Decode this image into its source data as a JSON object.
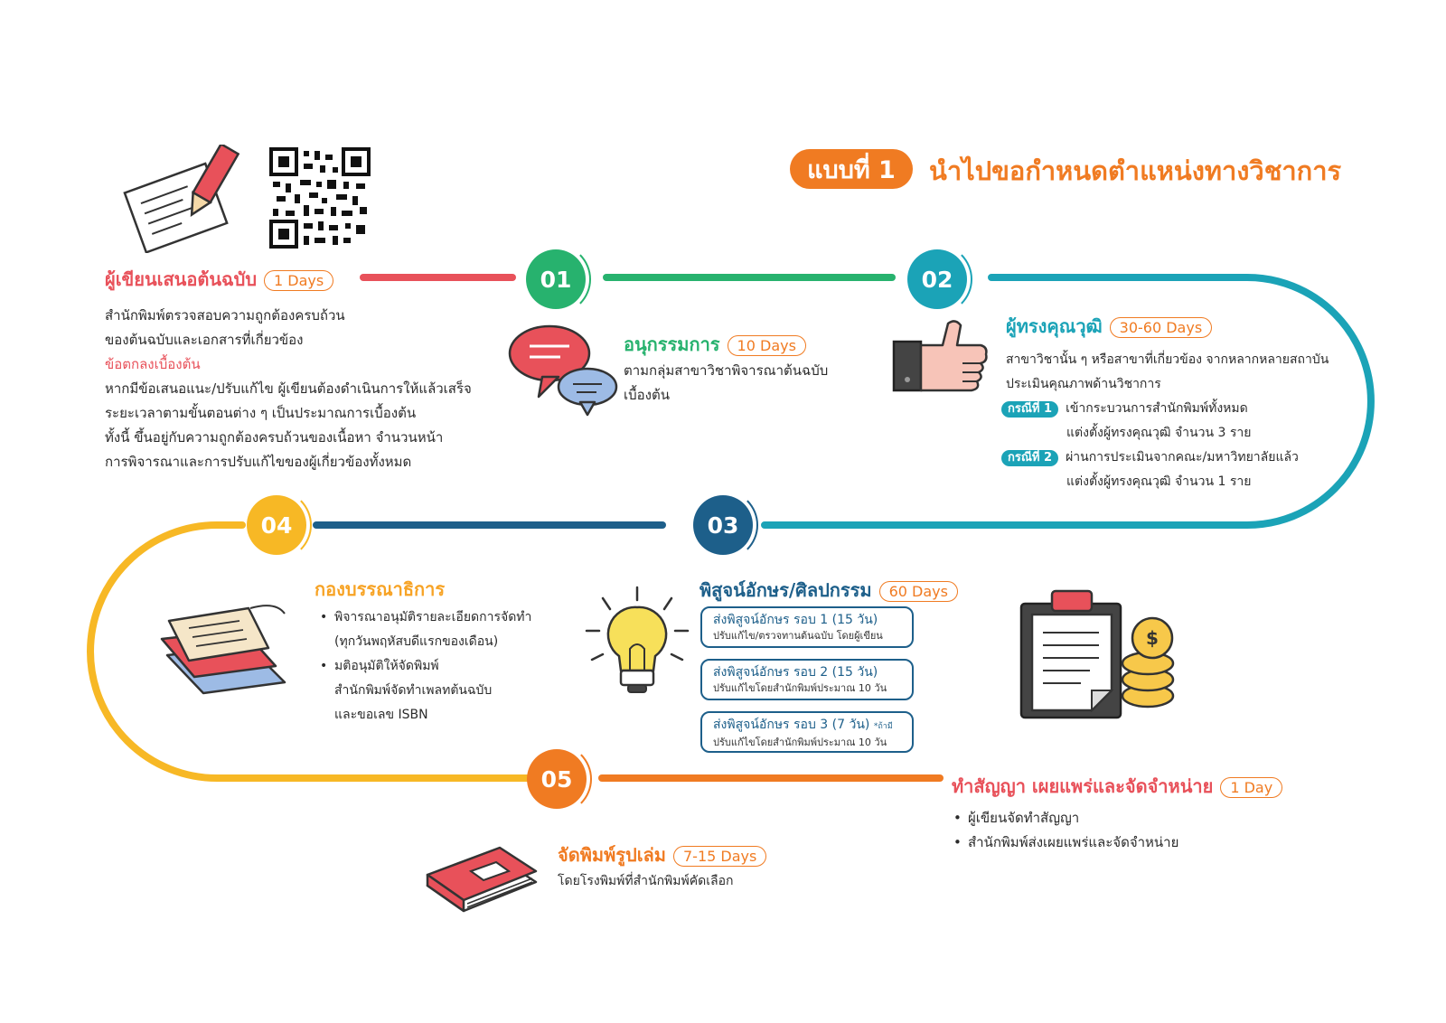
{
  "title": {
    "badge": "แบบที่ 1",
    "text": "นำไปขอกำหนดตำแหน่งทางวิชาการ"
  },
  "colors": {
    "orange": "#f07b22",
    "red": "#e8515a",
    "green": "#27b26e",
    "teal": "#1ba3b7",
    "navy": "#1d5f8a",
    "yellow": "#f7b825"
  },
  "author": {
    "heading": "ผู้เขียนเสนอต้นฉบับ",
    "duration": "1 Days",
    "lines": [
      "สำนักพิมพ์ตรวจสอบความถูกต้องครบถ้วน",
      "ของต้นฉบับและเอกสารที่เกี่ยวข้อง"
    ],
    "agreement_heading": "ข้อตกลงเบื้องต้น",
    "agreement_lines": [
      "หากมีข้อเสนอแนะ/ปรับแก้ไข ผู้เขียนต้องดำเนินการให้แล้วเสร็จ",
      "ระยะเวลาตามขั้นตอนต่าง ๆ เป็นประมาณการเบื้องต้น",
      "ทั้งนี้ ขึ้นอยู่กับความถูกต้องครบถ้วนของเนื้อหา จำนวนหน้า",
      "การพิจารณาและการปรับแก้ไขของผู้เกี่ยวข้องทั้งหมด"
    ]
  },
  "steps": [
    "01",
    "02",
    "03",
    "04",
    "05"
  ],
  "committee": {
    "heading": "อนุกรรมการ",
    "duration": "10 Days",
    "lines": [
      "ตามกลุ่มสาขาวิชาพิจารณาต้นฉบับ",
      "เบื้องต้น"
    ]
  },
  "experts": {
    "heading": "ผู้ทรงคุณวุฒิ",
    "duration": "30-60 Days",
    "lines": [
      "สาขาวิชานั้น ๆ หรือสาขาที่เกี่ยวข้อง จากหลากหลายสถาบัน",
      "ประเมินคุณภาพด้านวิชาการ"
    ],
    "cases": [
      {
        "label": "กรณีที่ 1",
        "line1": "เข้ากระบวนการสำนักพิมพ์ทั้งหมด",
        "line2": "แต่งตั้งผู้ทรงคุณวุฒิ จำนวน 3 ราย"
      },
      {
        "label": "กรณีที่ 2",
        "line1": "ผ่านการประเมินจากคณะ/มหาวิทยาลัยแล้ว",
        "line2": "แต่งตั้งผู้ทรงคุณวุฒิ จำนวน 1 ราย"
      }
    ]
  },
  "editorial": {
    "heading": "กองบรรณาธิการ",
    "items": [
      {
        "line1": "พิจารณาอนุมัติรายละเอียดการจัดทำ",
        "line2": "(ทุกวันพฤหัสบดีแรกของเดือน)"
      },
      {
        "line1": "มติอนุมัติให้จัดพิมพ์",
        "line2": "สำนักพิมพ์จัดทำเพลทต้นฉบับ",
        "line3": "และขอเลข ISBN"
      }
    ]
  },
  "proofing": {
    "heading": "พิสูจน์อักษร/ศิลปกรรม",
    "duration": "60 Days",
    "rounds": [
      {
        "title": "ส่งพิสูจน์อักษร รอบ 1 (15 วัน)",
        "note": "ปรับแก้ไข/ตรวจทานต้นฉบับ โดยผู้เขียน",
        "sup": ""
      },
      {
        "title": "ส่งพิสูจน์อักษร รอบ 2 (15 วัน)",
        "note": "ปรับแก้ไขโดยสำนักพิมพ์ประมาณ 10 วัน",
        "sup": ""
      },
      {
        "title": "ส่งพิสูจน์อักษร รอบ 3 (7 วัน)",
        "note": "ปรับแก้ไขโดยสำนักพิมพ์ประมาณ 10 วัน",
        "sup": "*ถ้ามี"
      }
    ]
  },
  "print": {
    "heading": "จัดพิมพ์รูปเล่ม",
    "duration": "7-15 Days",
    "line": "โดยโรงพิมพ์ที่สำนักพิมพ์คัดเลือก"
  },
  "contract": {
    "heading": "ทำสัญญา เผยแพร่และจัดจำหน่าย",
    "duration": "1 Day",
    "items": [
      "ผู้เขียนจัดทำสัญญา",
      "สำนักพิมพ์ส่งเผยแพร่และจัดจำหน่าย"
    ]
  },
  "icons": [
    "pencil-paper-icon",
    "qr-code-icon",
    "speech-bubbles-icon",
    "thumbs-up-icon",
    "papers-icon",
    "lightbulb-icon",
    "clipboard-coins-icon",
    "book-icon"
  ]
}
